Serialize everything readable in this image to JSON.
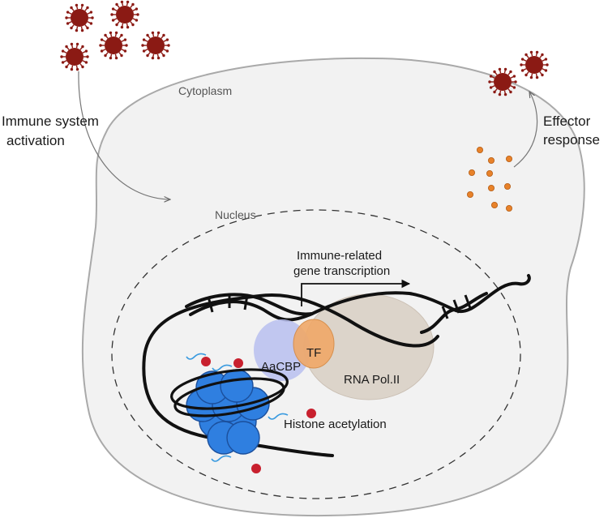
{
  "labels": {
    "immune_activation_line1": "Immune system",
    "immune_activation_line2": "activation",
    "cytoplasm": "Cytoplasm",
    "nucleus": "Nucleus",
    "effector_line1": "Effector",
    "effector_line2": "response",
    "transcription_line1": "Immune-related",
    "transcription_line2": "gene transcription",
    "aacbp": "AaCBP",
    "tf": "TF",
    "rna_pol": "RNA Pol.II",
    "histone_acetylation": "Histone acetylation"
  },
  "colors": {
    "virus": "#8b1a14",
    "cell_fill": "#f2f2f2",
    "cell_stroke": "#a9a9a9",
    "dna": "#111111",
    "rna_pol": "#d9cfc4",
    "aacbp": "#b9bff0",
    "tf": "#f0a868",
    "histone": "#2f7fe0",
    "acetyl": "#c8202e",
    "cytokine": "#e8822a"
  },
  "icons": [
    "virus-icon",
    "cytokine-dot-icon",
    "histone-octamer-icon",
    "acetyl-group-icon",
    "transcription-arrow-icon"
  ]
}
